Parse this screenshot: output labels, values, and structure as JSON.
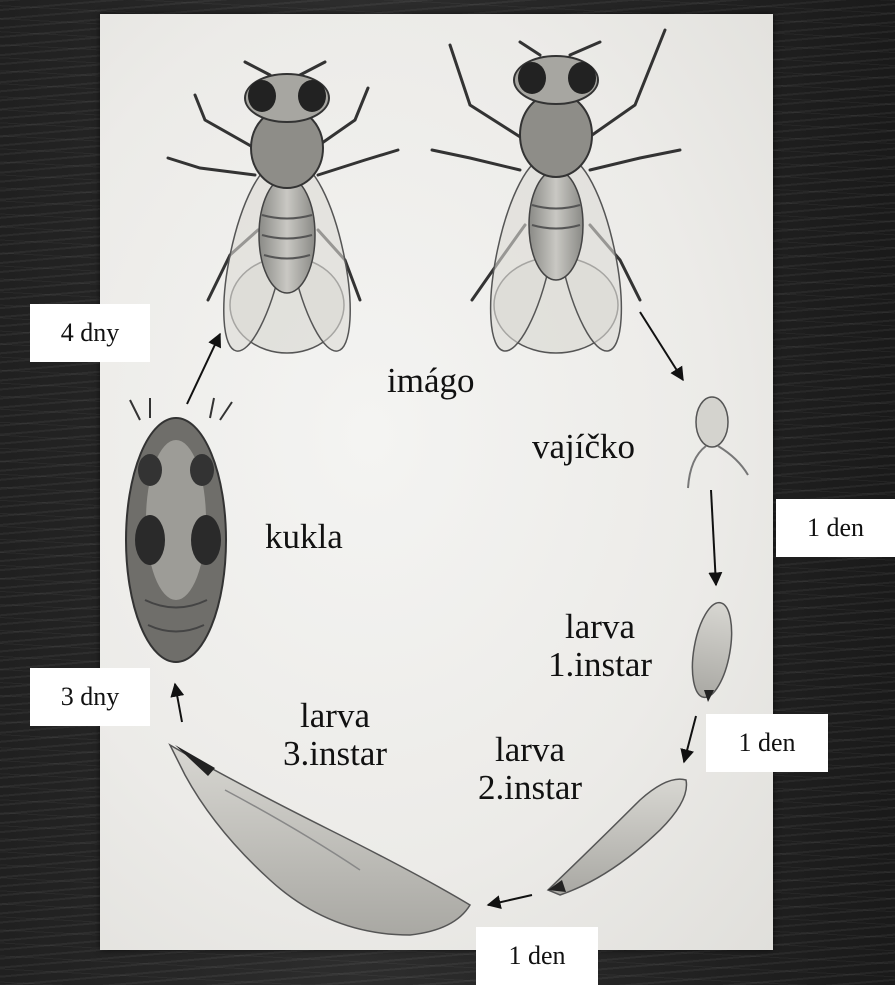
{
  "stages": {
    "imago": "imágo",
    "egg": "vajíčko",
    "larva1": {
      "line1": "larva",
      "line2": "1.instar"
    },
    "larva2": {
      "line1": "larva",
      "line2": "2.instar"
    },
    "larva3": {
      "line1": "larva",
      "line2": "3.instar"
    },
    "pupa": "kukla"
  },
  "durations": {
    "imago_to_egg": "1 den",
    "larva1_to_larva2": "1 den",
    "larva2_to_larva3": "1 den",
    "larva3_to_pupa": "3 dny",
    "pupa_to_imago": "4 dny"
  },
  "colors": {
    "background": "#1c1c1c",
    "paper": "#efeeeb",
    "ink": "#111111",
    "box": "#ffffff"
  }
}
